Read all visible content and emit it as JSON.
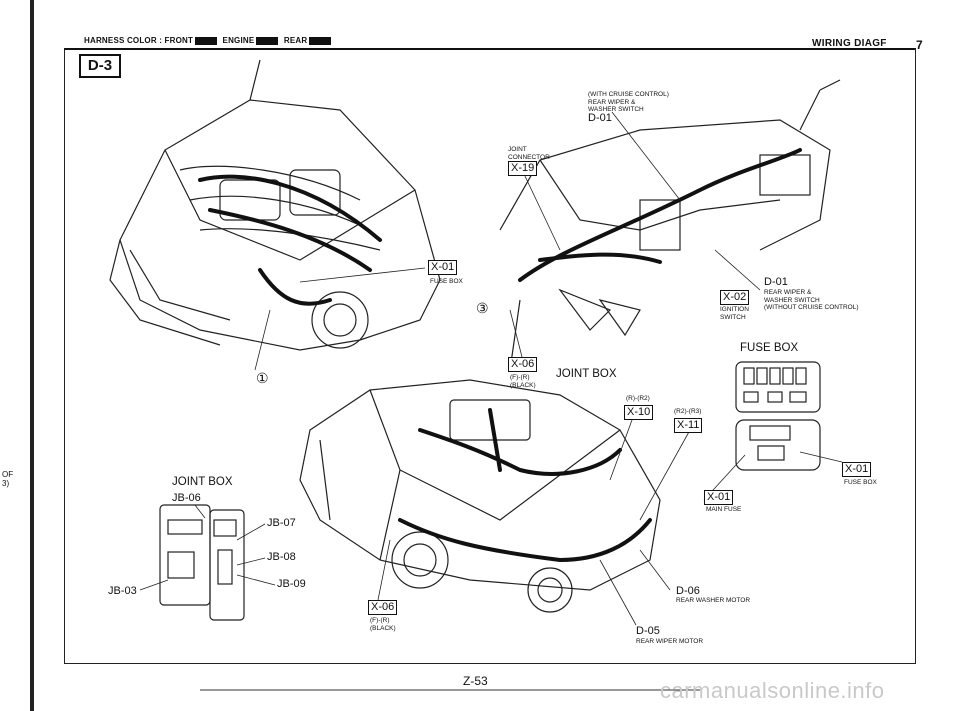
{
  "header": {
    "harness_label": "HARNESS COLOR : FRONT",
    "engine_label": "ENGINE",
    "rear_label": "REAR",
    "title": "WIRING DIAGF",
    "page_mark": "7",
    "section": "D-3"
  },
  "margin": {
    "a": "OF",
    "b": "3)"
  },
  "callouts": {
    "with_cruise": [
      "(WITH CRUISE CONTROL)",
      "REAR WIPER &",
      "WASHER SWITCH"
    ],
    "d01_top": "D-01",
    "joint_connector": [
      "JOINT",
      "CONNECTOR"
    ],
    "x19": "X-19",
    "x01_top": "X-01",
    "fuse_box_small_top": "FUSE BOX",
    "d01_right": "D-01",
    "d01_right_desc": [
      "REAR WIPER &",
      "WASHER SWITCH",
      "(WITHOUT CRUISE CONTROL)"
    ],
    "x02": "X-02",
    "ignition_switch": [
      "IGNITION",
      "SWITCH"
    ],
    "circle3": "③",
    "circle1": "①",
    "fuse_box_title": "FUSE BOX",
    "x06_top": "X-06",
    "x06_top_desc": [
      "(F)-(R)",
      "(BLACK)"
    ],
    "joint_box_mid": "JOINT BOX",
    "r_r2": "(R)-(R2)",
    "x10": "X-10",
    "r2_r3": "(R2)-(R3)",
    "x11": "X-11",
    "x01_right": "X-01",
    "fuse_box_small_right": "FUSE BOX",
    "x01_main": "X-01",
    "main_fuse": "MAIN FUSE",
    "joint_box_left": "JOINT BOX",
    "jb06": "JB-06",
    "jb07": "JB-07",
    "jb08": "JB-08",
    "jb09": "JB-09",
    "jb03": "JB-03",
    "d06": "D-06",
    "d06_desc": "REAR WASHER MOTOR",
    "x06_bottom": "X-06",
    "x06_bottom_desc": [
      "(F)-(R)",
      "(BLACK)"
    ],
    "d05": "D-05",
    "d05_desc": "REAR WIPER MOTOR"
  },
  "footer": {
    "page": "Z-53",
    "watermark": "carmanualsonline.info"
  }
}
